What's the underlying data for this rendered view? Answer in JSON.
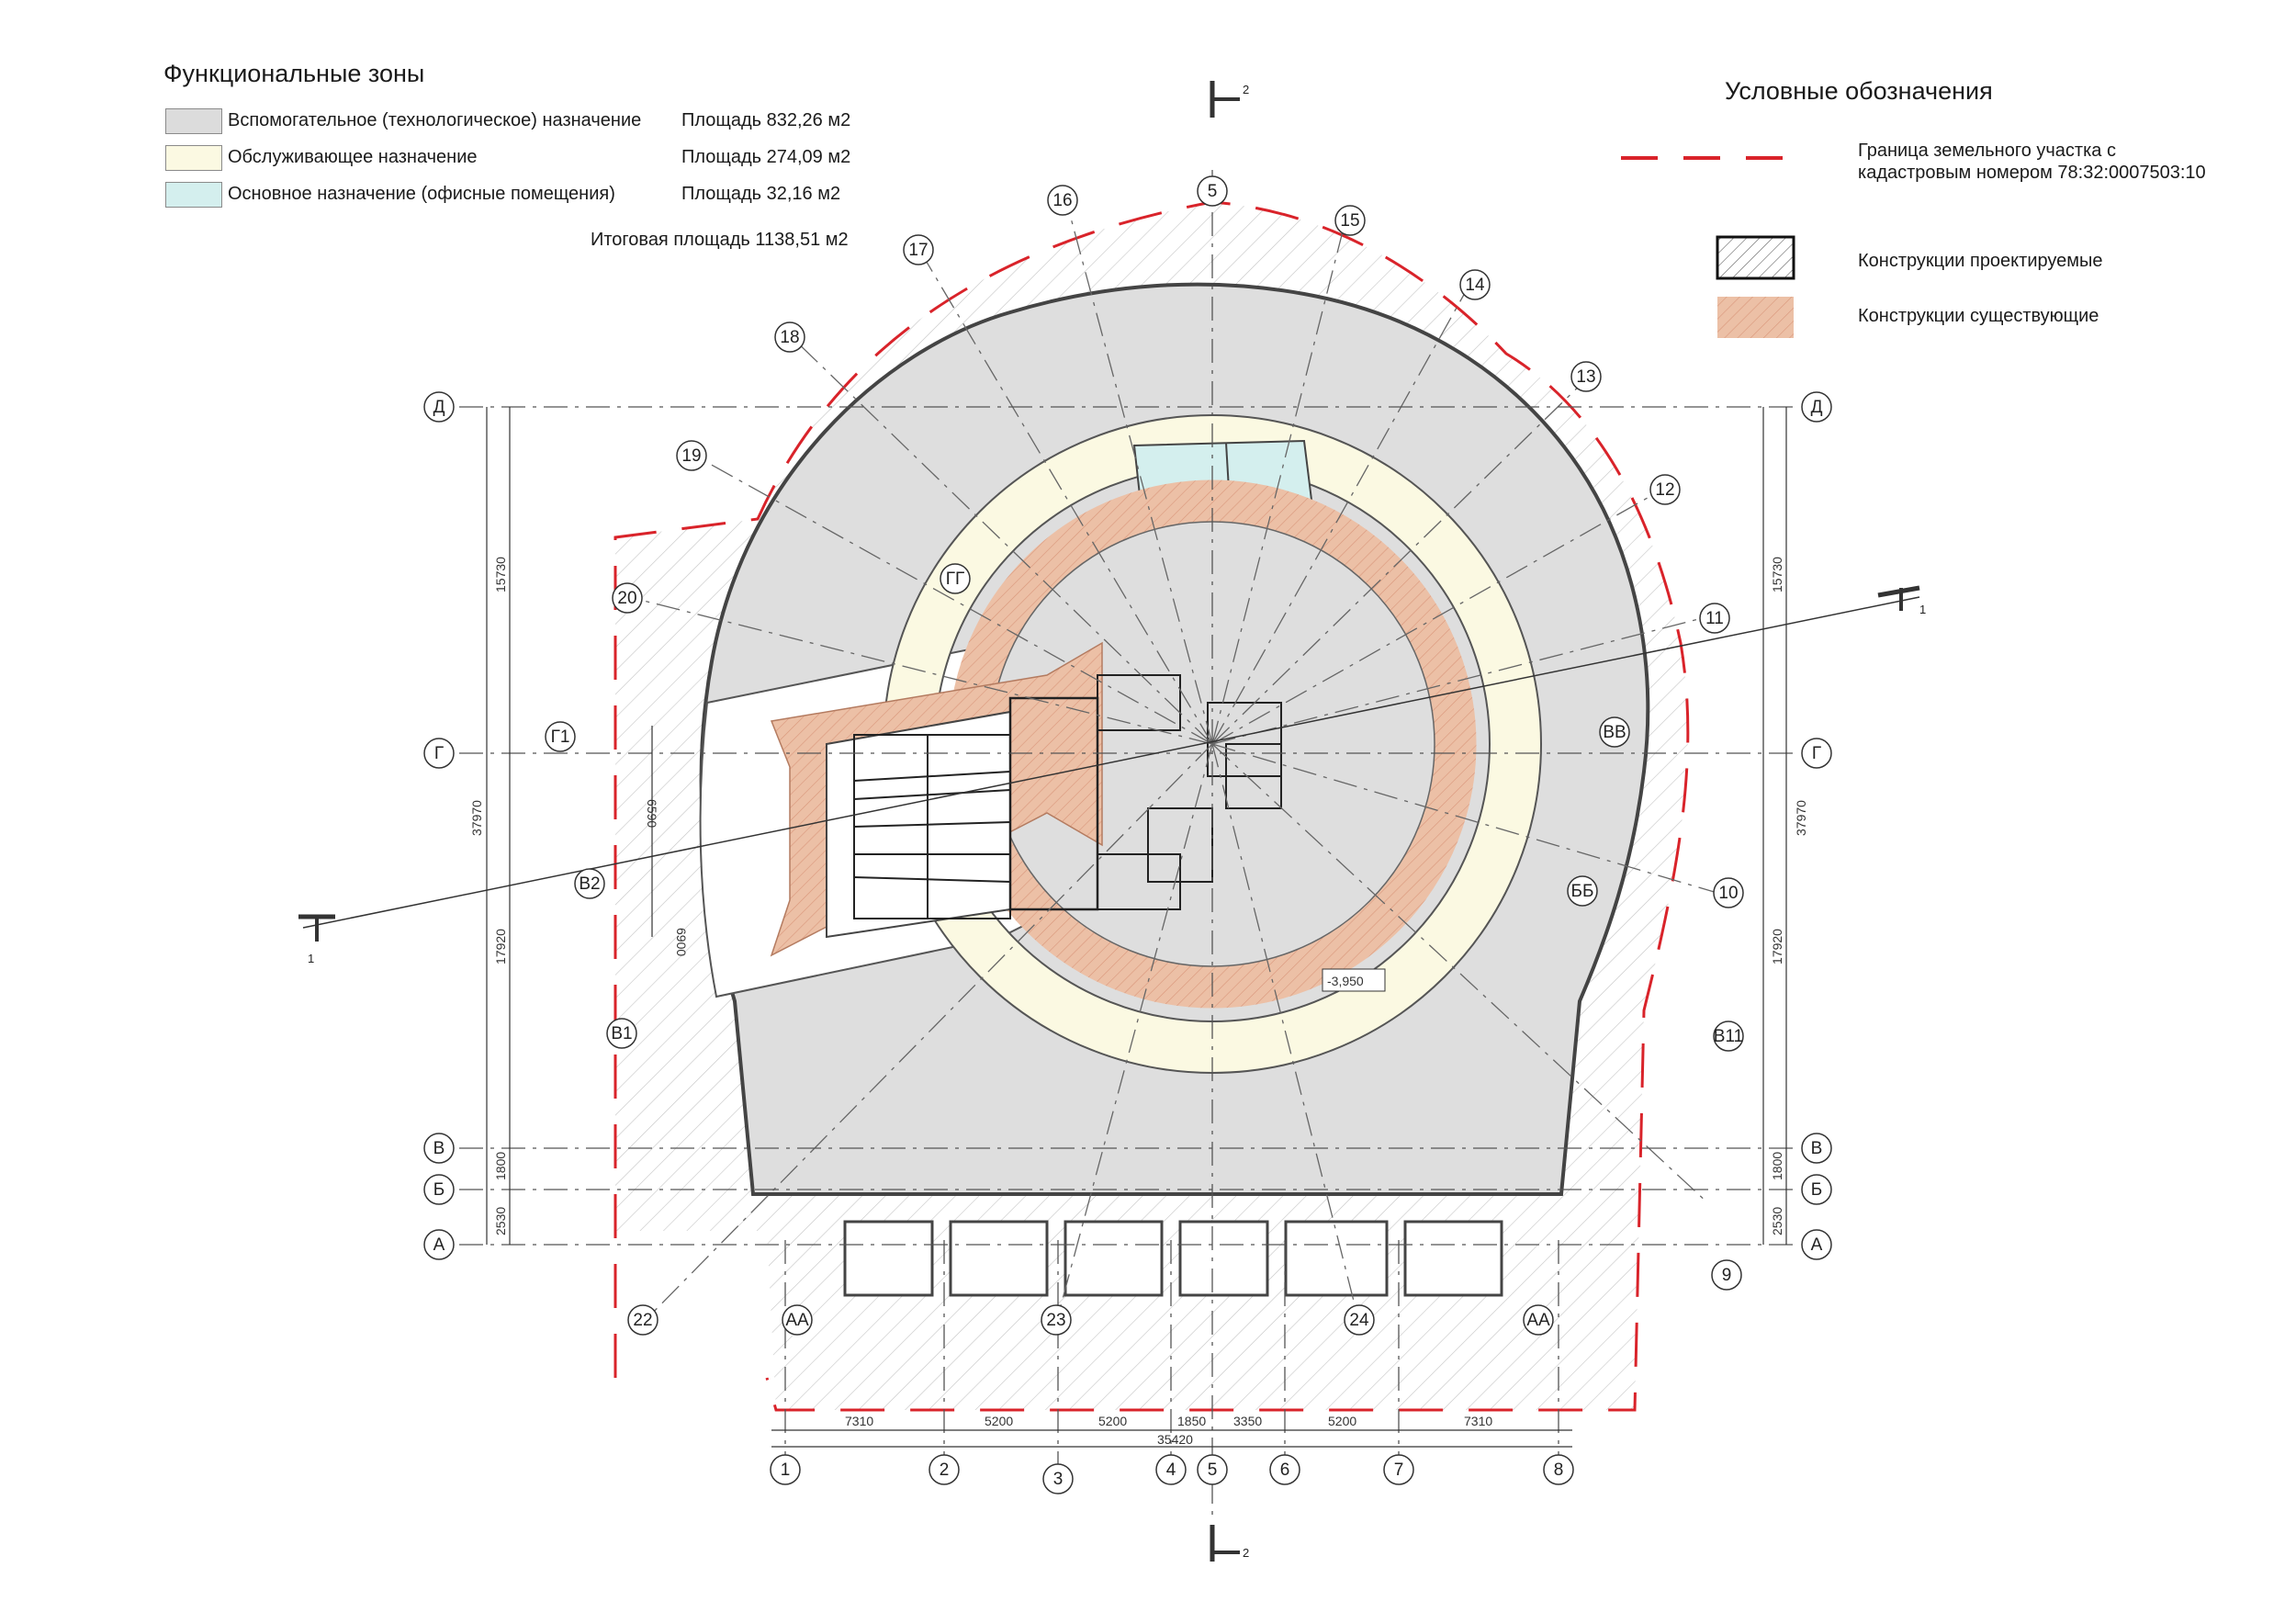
{
  "zones": {
    "title": "Функциональные зоны",
    "items": [
      {
        "label": "Вспомогательное (технологическое) назначение",
        "area": "Площадь 832,26 м2",
        "color": "#dcdcdc"
      },
      {
        "label": "Обслуживающее назначение",
        "area": "Площадь 274,09 м2",
        "color": "#fbf9e2"
      },
      {
        "label": "Основное назначение (офисные помещения)",
        "area": "Площадь 32,16 м2",
        "color": "#d4efee"
      }
    ],
    "total": "Итоговая площадь 1138,51 м2"
  },
  "symbols": {
    "title": "Условные обозначения",
    "boundary_line1": "Граница земельного участка  с",
    "boundary_line2": "кадастровым номером 78:32:0007503:10",
    "designed": "Конструкции проектируемые",
    "existing": "Конструкции существующие",
    "boundary_color": "#d9232a",
    "existing_color": "#e9b79b"
  },
  "axes": {
    "bottom": [
      "1",
      "2",
      "3",
      "4",
      "5",
      "6",
      "7",
      "8"
    ],
    "rows_left": [
      "Д",
      "Г",
      "В",
      "Б",
      "А"
    ],
    "rows_right": [
      "Д",
      "Г",
      "В",
      "Б",
      "А"
    ],
    "radial": [
      "9",
      "10",
      "11",
      "12",
      "13",
      "14",
      "15",
      "16",
      "17",
      "18",
      "19",
      "20",
      "22",
      "23",
      "24"
    ],
    "special": [
      "Г1",
      "В2",
      "В1",
      "ГГ",
      "ВВ",
      "ББ",
      "В11",
      "АА",
      "АА"
    ]
  },
  "dims": {
    "bottom": [
      "7310",
      "5200",
      "5200",
      "1850",
      "3350",
      "5200",
      "7310"
    ],
    "bottom_total": "35420",
    "left": [
      "15730",
      "37970",
      "17920",
      "1800",
      "2530"
    ],
    "right": [
      "15730",
      "37970",
      "17920",
      "1800",
      "2530"
    ],
    "inner": [
      "6590",
      "6900"
    ],
    "level": "-3,950"
  },
  "sections": {
    "top": "2",
    "bottom": "2",
    "left": "1",
    "right": "1"
  }
}
